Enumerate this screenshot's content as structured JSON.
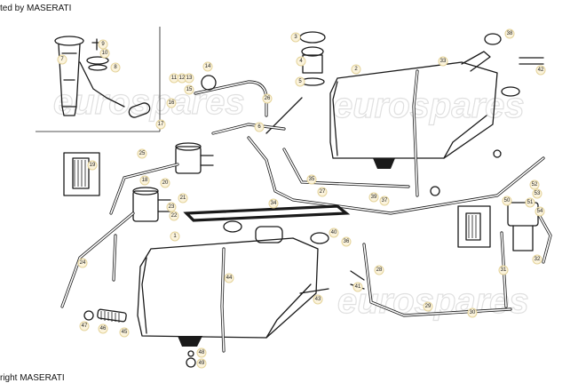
{
  "captions": {
    "top": "ted by MASERATI",
    "bottom": "right MASERATI"
  },
  "watermarks": [
    "eurospares",
    "eurospares",
    "eurospares"
  ],
  "callouts": [
    "1",
    "2",
    "3",
    "4",
    "5",
    "6",
    "7",
    "8",
    "9",
    "10",
    "11",
    "12",
    "13",
    "14",
    "15",
    "16",
    "17",
    "18",
    "19",
    "20",
    "21",
    "22",
    "23",
    "24",
    "25",
    "26",
    "27",
    "28",
    "29",
    "30",
    "31",
    "32",
    "33",
    "34",
    "35",
    "36",
    "37",
    "38",
    "39",
    "40",
    "41",
    "42",
    "43",
    "44",
    "45",
    "46",
    "47",
    "48",
    "49",
    "50",
    "51",
    "52",
    "53",
    "54"
  ]
}
